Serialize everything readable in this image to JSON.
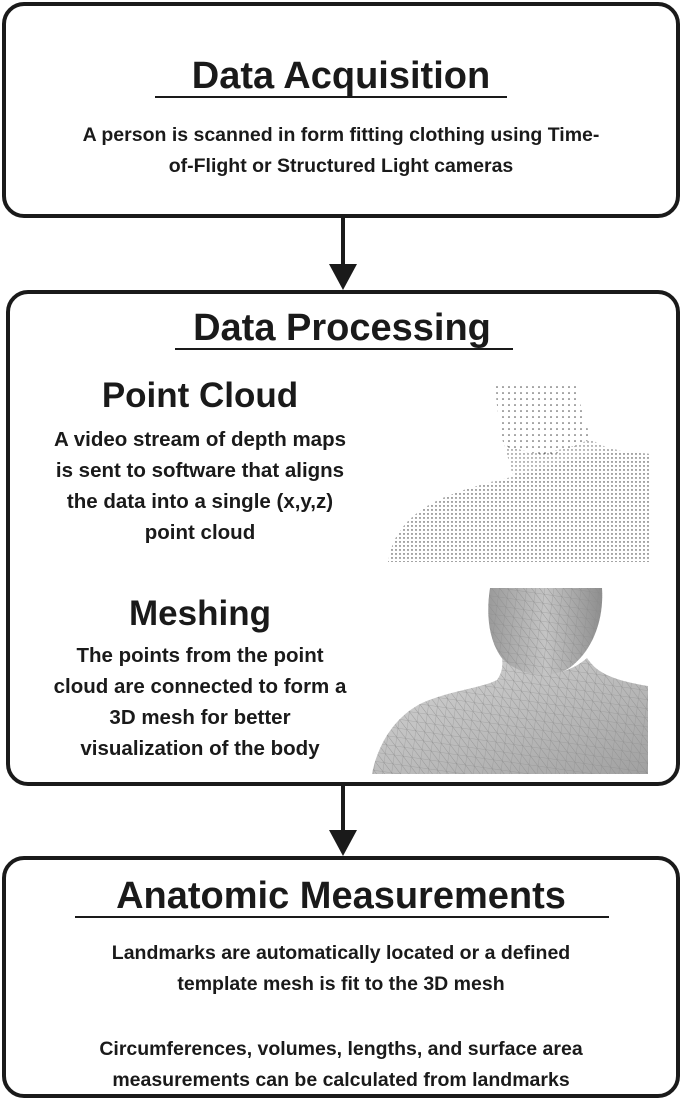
{
  "acquisition": {
    "title": "Data Acquisition",
    "text_line1": "A person is scanned in form fitting clothing using Time-",
    "text_line2": "of-Flight or Structured Light cameras"
  },
  "processing": {
    "title": "Data Processing",
    "point_cloud": {
      "heading": "Point Cloud",
      "lines": [
        "A video stream of depth maps",
        "is sent to software that aligns",
        "the data into a single (x,y,z)",
        "point cloud"
      ]
    },
    "meshing": {
      "heading": "Meshing",
      "lines": [
        "The points from the point",
        "cloud are connected to form a",
        "3D mesh for better",
        "visualization of the body"
      ]
    }
  },
  "measurements": {
    "title": "Anatomic Measurements",
    "para1_line1": "Landmarks are automatically located or a defined",
    "para1_line2": "template mesh is fit to the 3D mesh",
    "para2_line1": "Circumferences, volumes, lengths, and surface area",
    "para2_line2": "measurements can be calculated from landmarks"
  }
}
